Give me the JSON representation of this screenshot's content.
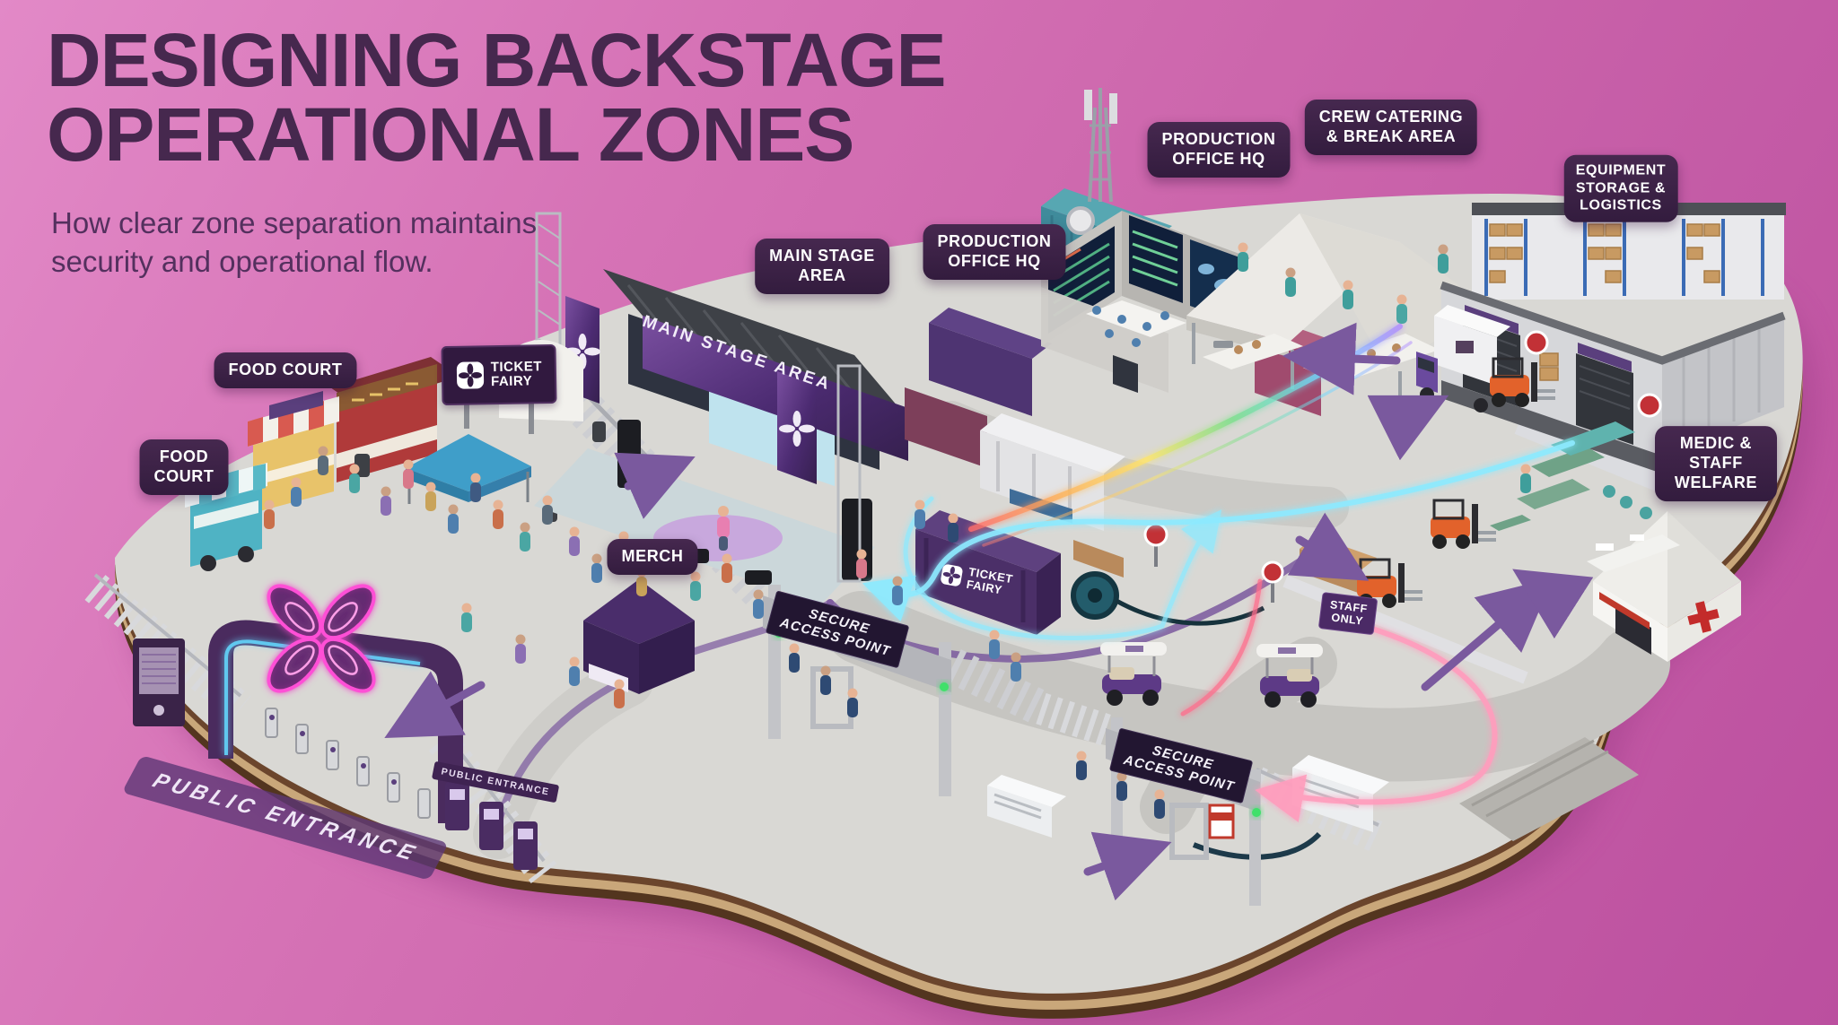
{
  "header": {
    "title": "DESIGNING BACKSTAGE\nOPERATIONAL ZONES",
    "subtitle": "How clear zone separation maintains\nsecurity and operational flow."
  },
  "brand": {
    "name": "TICKET\nFAIRY"
  },
  "zone_labels": {
    "food_court_top": "FOOD COURT",
    "food_court_left": "FOOD\nCOURT",
    "merch": "MERCH",
    "main_stage": "MAIN STAGE\nAREA",
    "production_office_map": "PRODUCTION\nOFFICE HQ",
    "production_office_top": "PRODUCTION\nOFFICE HQ",
    "crew_catering": "CREW CATERING\n& BREAK AREA",
    "equipment_storage": "EQUIPMENT\nSTORAGE &\nLOGISTICS",
    "medic_welfare": "MEDIC & STAFF\nWELFARE"
  },
  "map_signs": {
    "stage_banner": "MAIN STAGE AREA",
    "secure_access_point_1": "SECURE\nACCESS POINT",
    "secure_access_point_2": "SECURE\nACCESS POINT",
    "staff_only": "STAFF\nONLY",
    "public_entrance_ground": "PUBLIC ENTRANCE",
    "public_entrance_fence": "PUBLIC ENTRANCE",
    "container_brand": "TICKET\nFAIRY"
  },
  "colors": {
    "background": "#cc66ac",
    "title": "#46284e",
    "label_bg": "#3b2144",
    "neon_pink": "#ff4fd6",
    "neon_cyan": "#8deaff",
    "flow_purple": "#7a599e",
    "platform": "#d9d8d4",
    "wood_edge": "#6b452c"
  }
}
